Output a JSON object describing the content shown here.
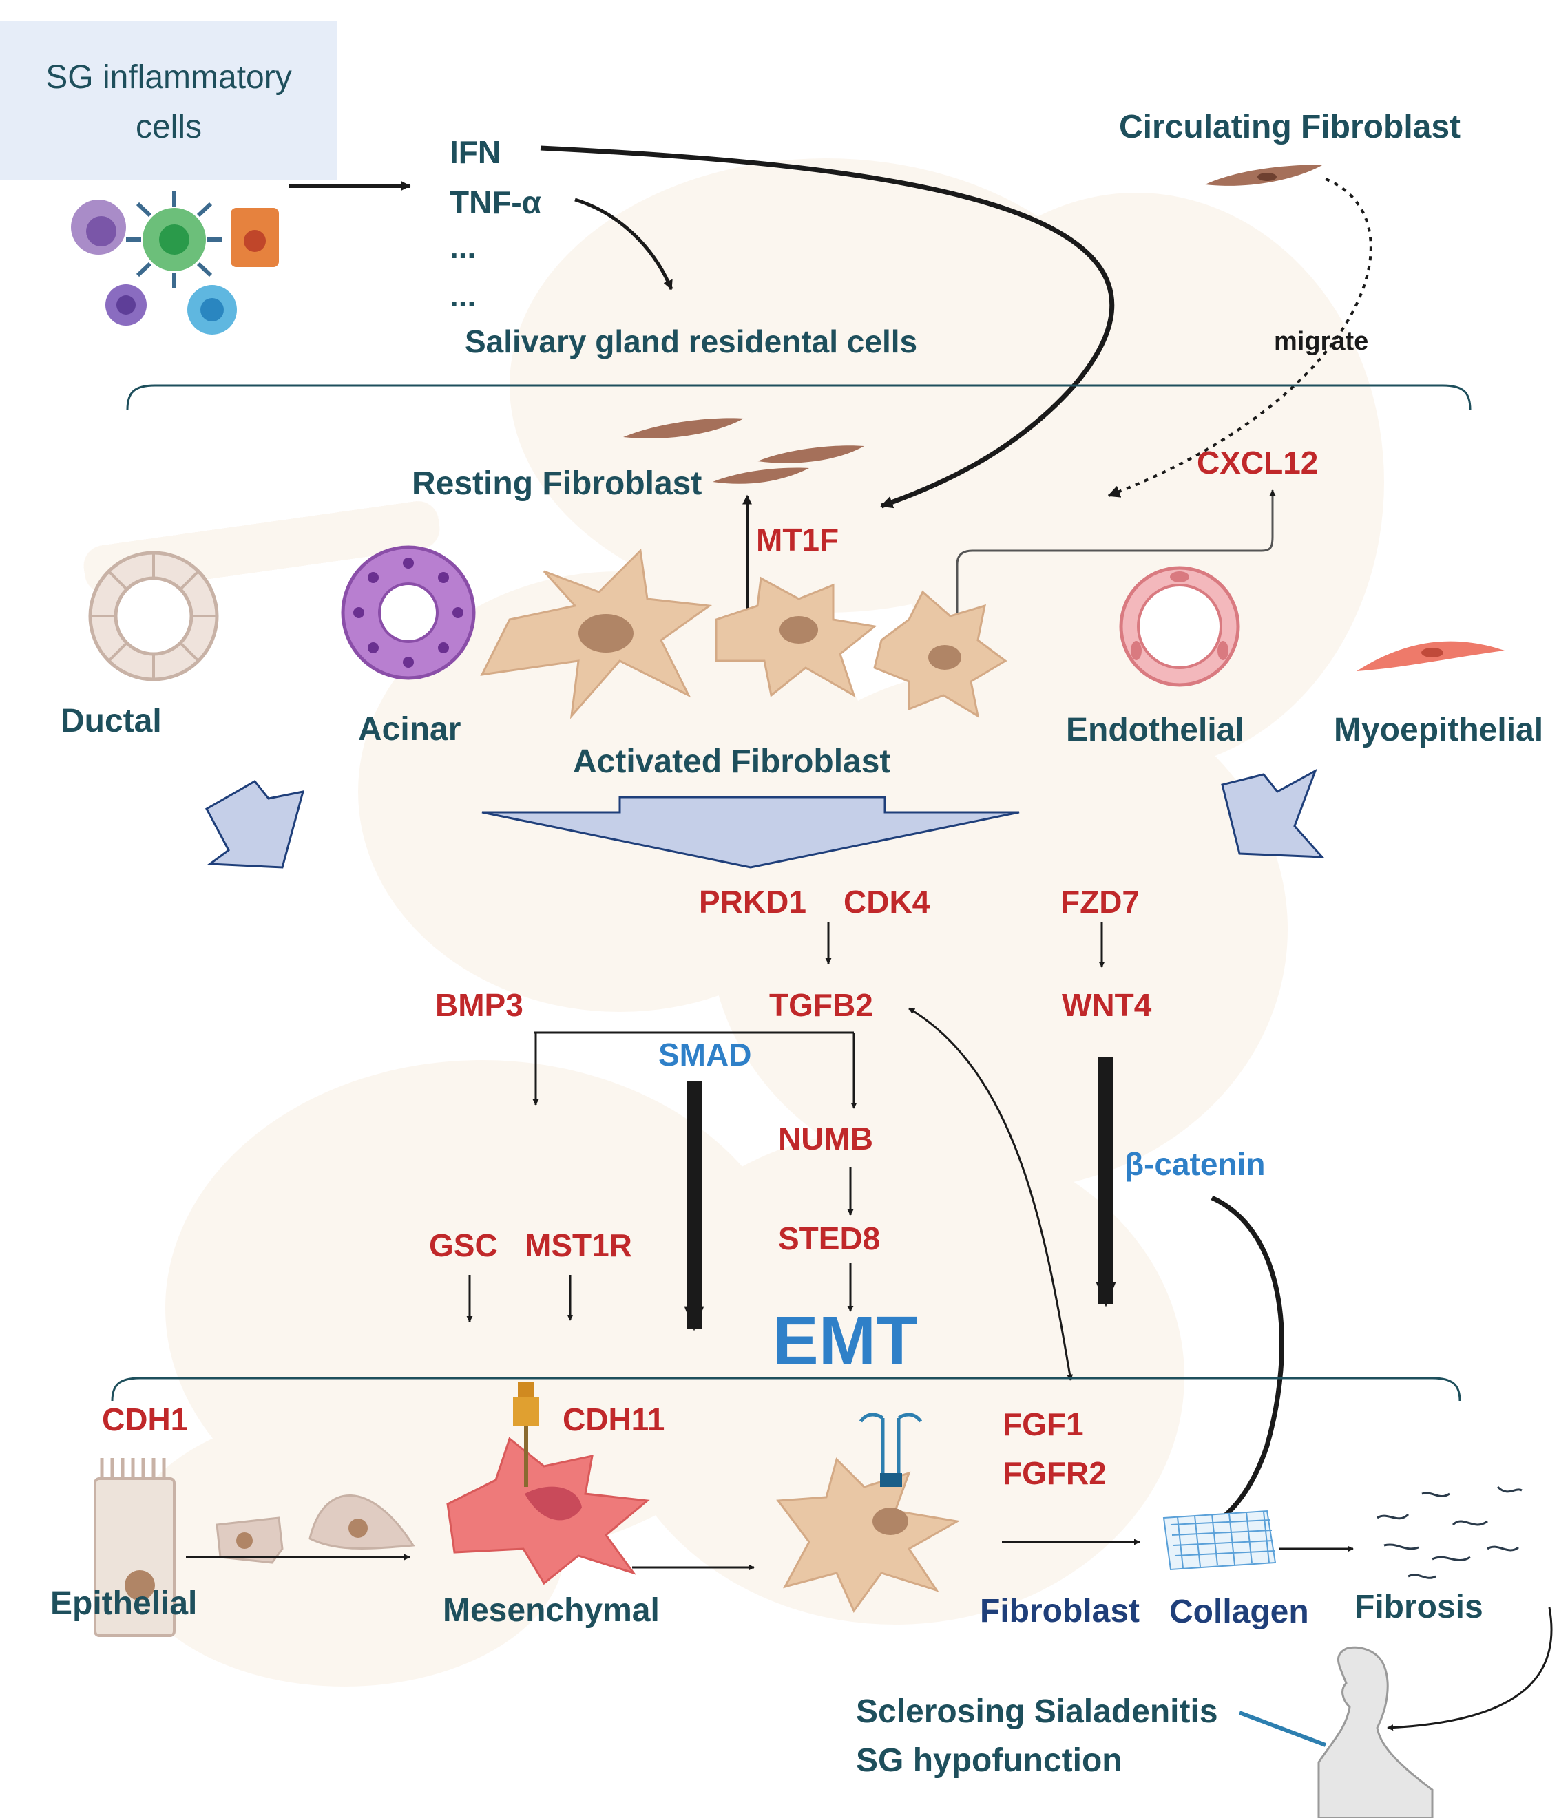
{
  "inflammatory_box": {
    "line1": "SG inflammatory",
    "line2": "cells"
  },
  "cytokines": {
    "ifn": "IFN",
    "tnf": "TNF-α",
    "dots1": "...",
    "dots2": "..."
  },
  "residental": "Salivary gland residental cells",
  "circulating_fibroblast": "Circulating Fibroblast",
  "migrate": "migrate",
  "resting_fibroblast": "Resting Fibroblast",
  "genes": {
    "cxcl12": "CXCL12",
    "mt1f": "MT1F",
    "prkd1": "PRKD1",
    "cdk4": "CDK4",
    "fzd7": "FZD7",
    "bmp3": "BMP3",
    "tgfb2": "TGFB2",
    "wnt4": "WNT4",
    "numb": "NUMB",
    "sted8": "STED8",
    "gsc": "GSC",
    "mst1r": "MST1R",
    "cdh1": "CDH1",
    "cdh11": "CDH11",
    "fgf1": "FGF1",
    "fgfr2": "FGFR2"
  },
  "pathway": {
    "smad": "SMAD",
    "beta_catenin": "β-catenin",
    "emt": "EMT"
  },
  "cells": {
    "ductal": "Ductal",
    "acinar": "Acinar",
    "activated_fibroblast": "Activated Fibroblast",
    "endothelial": "Endothelial",
    "myoepithelial": "Myoepithelial",
    "epithelial": "Epithelial",
    "mesenchymal": "Mesenchymal",
    "fibroblast": "Fibroblast",
    "collagen": "Collagen",
    "fibrosis": "Fibrosis"
  },
  "outcome": {
    "line1": "Sclerosing Sialadenitis",
    "line2": "SG hypofunction"
  },
  "colors": {
    "teal": "#1e4f5c",
    "red": "#c0282a",
    "blue": "#2f80c8",
    "box": "#e6edf8"
  }
}
